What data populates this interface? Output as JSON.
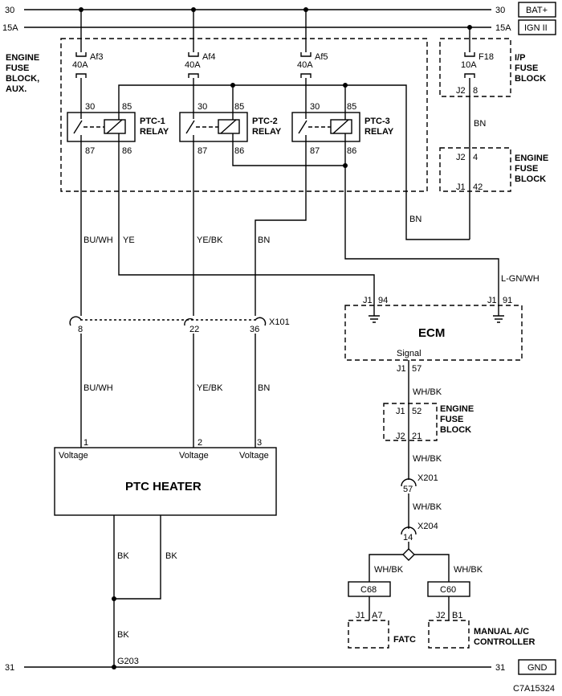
{
  "rails": {
    "top_left": "30",
    "top_right": "30",
    "bat_label": "BAT+",
    "ign_left": "15A",
    "ign_right": "15A",
    "ign_label": "IGN II",
    "gnd_left": "31",
    "gnd_right": "31",
    "gnd_label": "GND"
  },
  "engine_fuse_block_aux": {
    "label": [
      "ENGINE",
      "FUSE",
      "BLOCK,",
      "AUX."
    ],
    "fuses": [
      {
        "name": "Af3",
        "rating": "40A"
      },
      {
        "name": "Af4",
        "rating": "40A"
      },
      {
        "name": "Af5",
        "rating": "40A"
      }
    ],
    "relays": [
      {
        "line1": "PTC-1",
        "line2": "RELAY",
        "pins": [
          "30",
          "85",
          "87",
          "86"
        ]
      },
      {
        "line1": "PTC-2",
        "line2": "RELAY",
        "pins": [
          "30",
          "85",
          "87",
          "86"
        ]
      },
      {
        "line1": "PTC-3",
        "line2": "RELAY",
        "pins": [
          "30",
          "85",
          "87",
          "86"
        ]
      }
    ]
  },
  "ip_fuse_block": {
    "label": [
      "I/P",
      "FUSE",
      "BLOCK"
    ],
    "fuse_name": "F18",
    "fuse_rating": "10A",
    "pin_conn": "J2",
    "pin_num": "8"
  },
  "engine_fuse_block": {
    "label": [
      "ENGINE",
      "FUSE",
      "BLOCK"
    ],
    "top_conn": "J2",
    "top_pin": "4",
    "bot_conn": "J1",
    "bot_pin": "42"
  },
  "wires": {
    "bn_ip": "BN",
    "bn_return": "BN",
    "lgnwh": "L-GN/WH",
    "buwh_top": "BU/WH",
    "ye": "YE",
    "yebk_top": "YE/BK",
    "bn_top": "BN",
    "buwh_bot": "BU/WH",
    "yebk_bot": "YE/BK",
    "bn_bot": "BN",
    "bk1": "BK",
    "bk2": "BK",
    "bk3": "BK",
    "whbk1": "WH/BK",
    "whbk2": "WH/BK",
    "whbk3": "WH/BK",
    "whbk4": "WH/BK",
    "whbk5": "WH/BK"
  },
  "x101": {
    "name": "X101",
    "pins": [
      "8",
      "22",
      "36"
    ]
  },
  "ecm": {
    "title": "ECM",
    "pin_a_conn": "J1",
    "pin_a": "94",
    "pin_b_conn": "J1",
    "pin_b": "91",
    "signal": "Signal",
    "pin_c_conn": "J1",
    "pin_c": "57"
  },
  "engine_fuse_block2": {
    "label": [
      "ENGINE",
      "FUSE",
      "BLOCK"
    ],
    "top_conn": "J1",
    "top_pin": "52",
    "bot_conn": "J2",
    "bot_pin": "21"
  },
  "x201": {
    "name": "X201",
    "pin": "57"
  },
  "x204": {
    "name": "X204",
    "pin": "14"
  },
  "ptc_heater": {
    "title": "PTC HEATER",
    "pins": [
      "1",
      "2",
      "3"
    ],
    "pin_label": "Voltage"
  },
  "c68": "C68",
  "c60": "C60",
  "fatc": {
    "label": "FATC",
    "conn": "J1",
    "pin": "A7"
  },
  "manual_ac": {
    "label": [
      "MANUAL A/C",
      "CONTROLLER"
    ],
    "conn": "J2",
    "pin": "B1"
  },
  "ground": "G203",
  "figure_code": "C7A15324"
}
